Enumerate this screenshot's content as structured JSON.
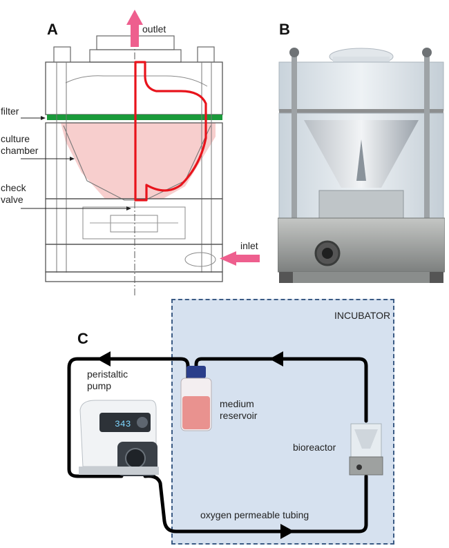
{
  "panels": {
    "a": "A",
    "b": "B",
    "c": "C"
  },
  "panel_a": {
    "labels": {
      "outlet": "outlet",
      "filter": "filter",
      "culture_line1": "culture",
      "culture_line2": "chamber",
      "check_line1": "check",
      "check_line2": "valve",
      "inlet": "inlet"
    }
  },
  "panel_c": {
    "incubator": "INCUBATOR",
    "pump_line1": "peristaltic",
    "pump_line2": "pump",
    "reservoir_line1": "medium",
    "reservoir_line2": "reservoir",
    "bioreactor": "bioreactor",
    "tubing": "oxygen permeable tubing",
    "pump_display": "343"
  },
  "colors": {
    "chamber_fill": "#f6c6c4",
    "flow_path": "#e8141c",
    "filter": "#1a9a3a",
    "arrow_pink": "#ee5f8e",
    "incubator_bg": "#d6e1ef",
    "incubator_border": "#3a5a84",
    "medium": "#e9928f"
  }
}
